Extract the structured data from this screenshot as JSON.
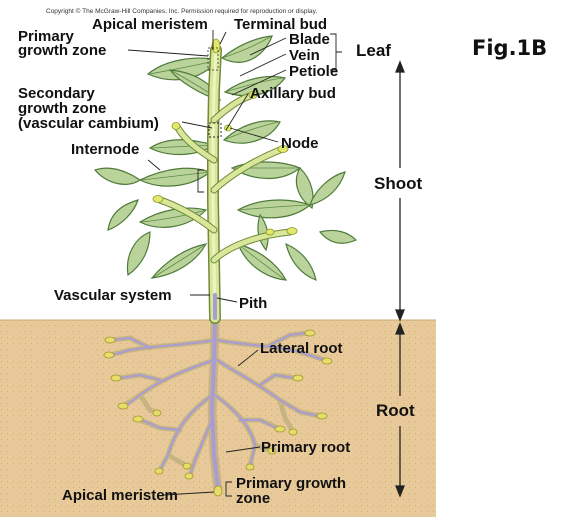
{
  "copyright": "Copyright © The McGraw-Hill Companies, Inc. Permission required for reproduction or display.",
  "figure_label": "Fig.1B",
  "labels": {
    "apical_meristem_top": "Apical meristem",
    "terminal_bud": "Terminal bud",
    "primary_growth_zone_1": "Primary",
    "primary_growth_zone_2": "growth zone",
    "blade": "Blade",
    "vein": "Vein",
    "petiole": "Petiole",
    "leaf": "Leaf",
    "secondary_1": "Secondary",
    "secondary_2": "growth zone",
    "secondary_3": "(vascular cambium)",
    "axillary_bud": "Axillary bud",
    "node": "Node",
    "internode": "Internode",
    "shoot": "Shoot",
    "vascular_system": "Vascular system",
    "pith": "Pith",
    "lateral_root": "Lateral root",
    "root": "Root",
    "primary_root": "Primary root",
    "apical_meristem_bottom": "Apical meristem",
    "primary_growth_bottom_1": "Primary growth",
    "primary_growth_bottom_2": "zone"
  },
  "colors": {
    "soil": "#e8c99a",
    "soil_dark": "#d9b47e",
    "leaf": "#b9d39a",
    "leaf_edge": "#4f7a3a",
    "stem": "#d9e79a",
    "stem_edge": "#6f8a3a",
    "root_core": "#a99bd6",
    "root_outer": "#c9b98a",
    "root_tip": "#e6dd6a",
    "bud": "#e3e86a",
    "line": "#222222"
  }
}
